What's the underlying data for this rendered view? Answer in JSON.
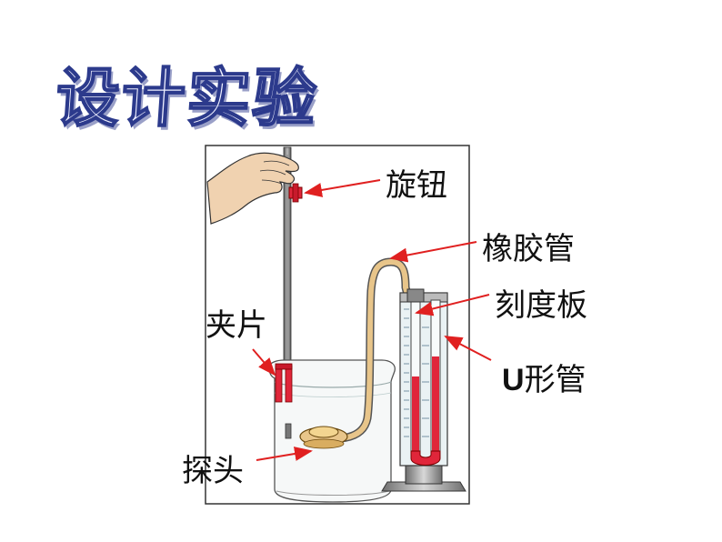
{
  "title": "设计实验",
  "labels": {
    "knob": "旋钮",
    "rubber_tube": "橡胶管",
    "scale_board": "刻度板",
    "u_tube_letter": "U",
    "u_tube_suffix": "形管",
    "clip": "夹片",
    "probe": "探头"
  },
  "colors": {
    "title_stroke": "#2c3a8c",
    "arrow": "#e02020",
    "liquid": "#e0263a",
    "rubber_tube": "#e8c58a",
    "hand": "#f0d2b0"
  },
  "icons": [
    "hand-icon",
    "knob-icon",
    "clip-icon",
    "probe-icon",
    "beaker-icon",
    "u-tube-icon"
  ]
}
